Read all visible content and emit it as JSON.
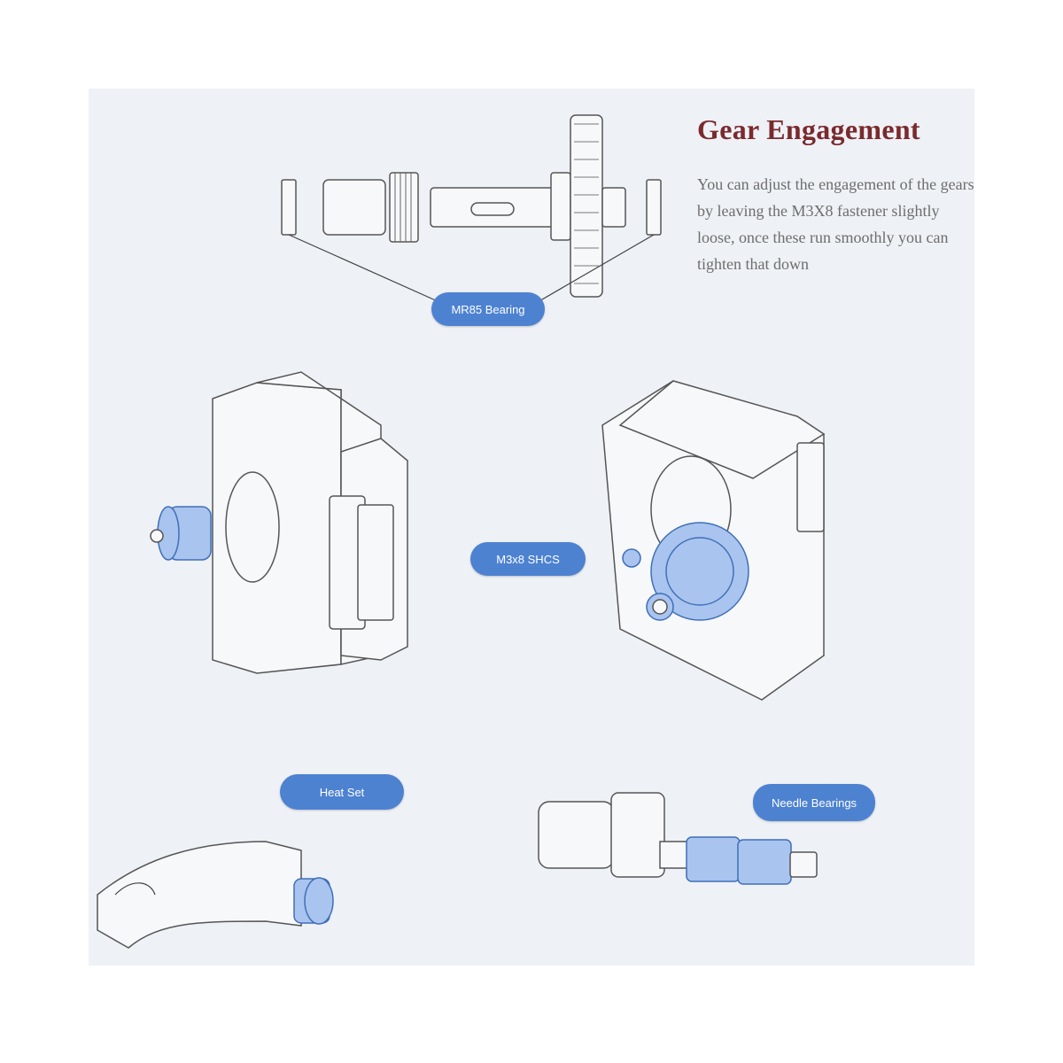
{
  "title": "Gear Engagement",
  "description": "You can adjust the engagement of the gears by leaving the M3X8 fastener slightly loose,  once these run smoothly you can tighten that down",
  "labels": {
    "bearing": "MR85 Bearing",
    "shcs": "M3x8 SHCS",
    "heat_set": "Heat Set",
    "needle": "Needle Bearings"
  },
  "colors": {
    "accent": "#4d82d1",
    "title": "#7a2a2e",
    "background": "#eef1f6"
  }
}
